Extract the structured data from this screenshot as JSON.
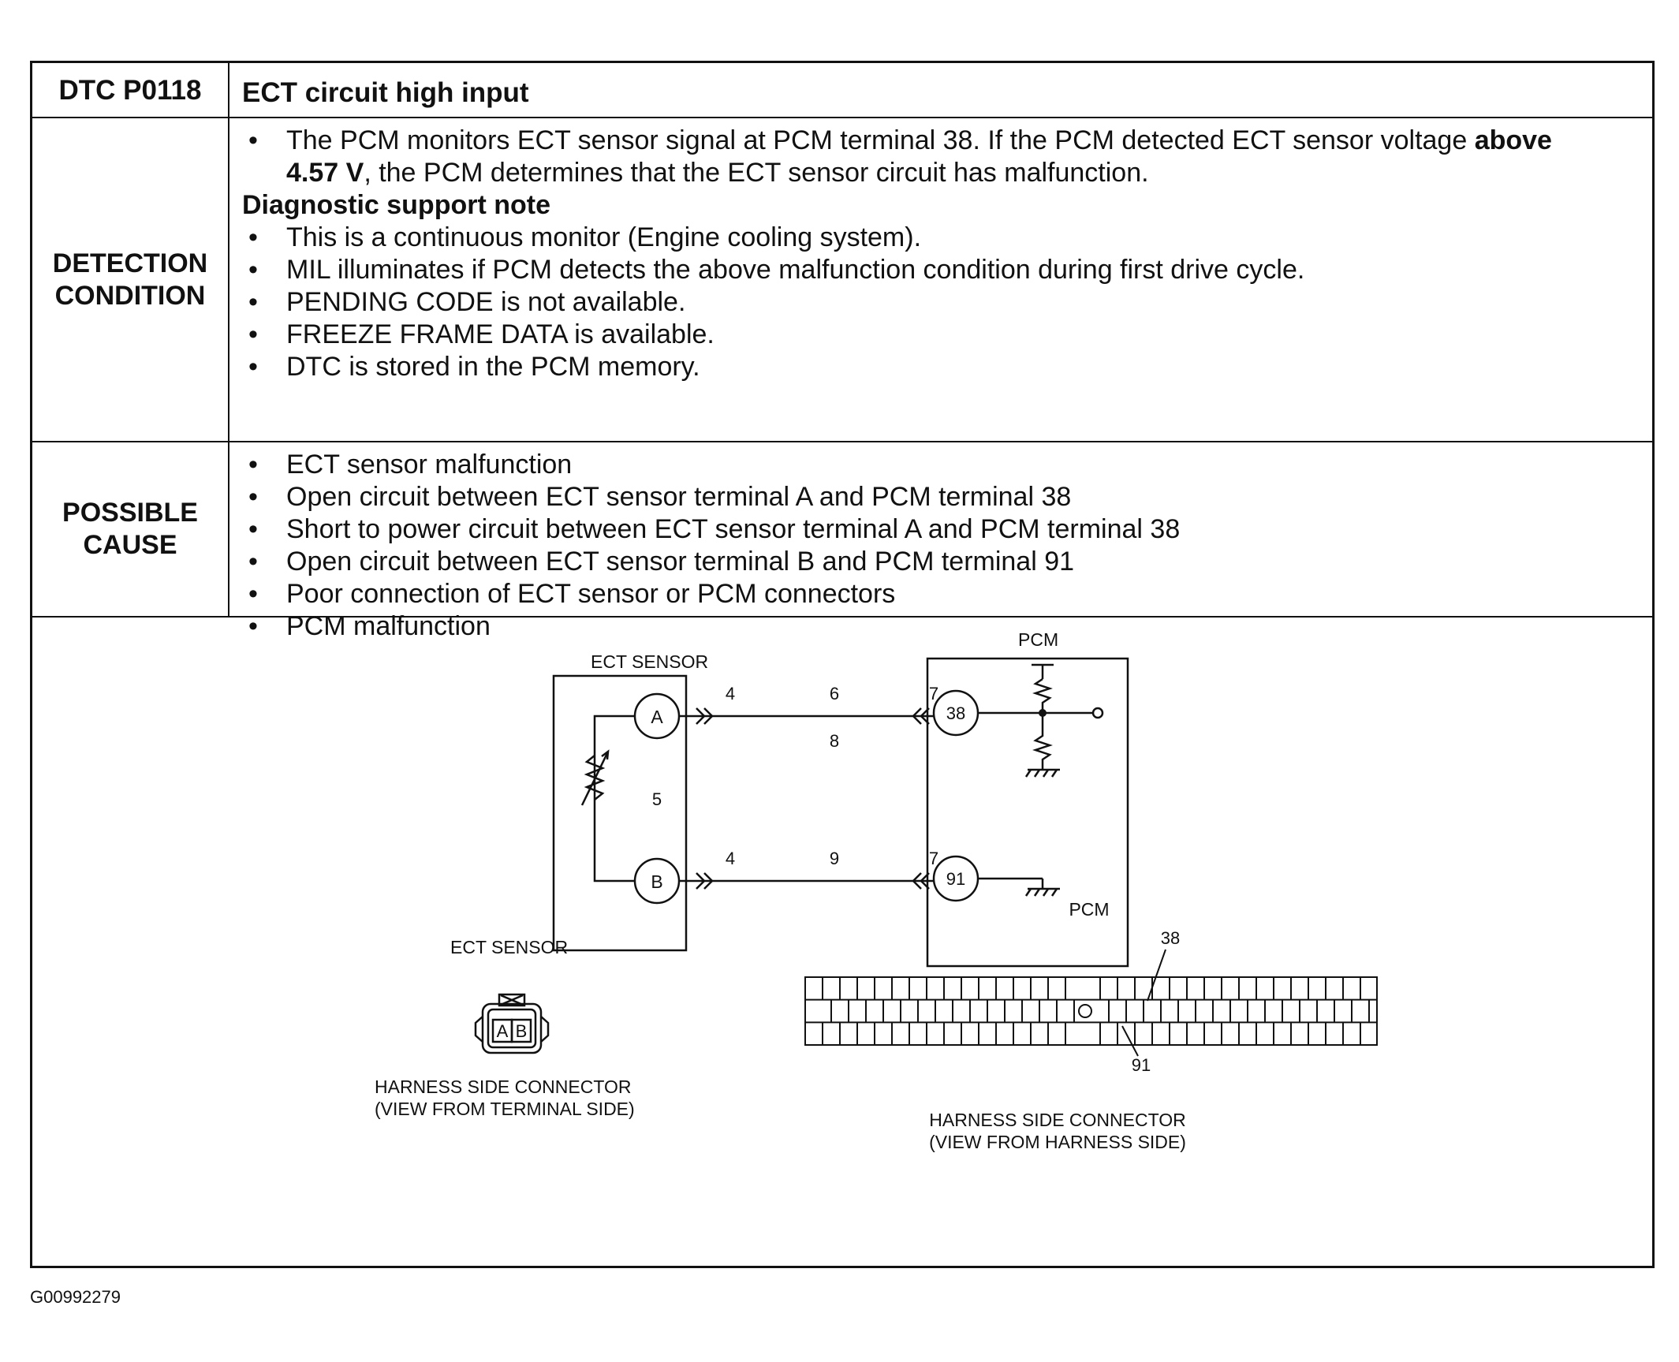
{
  "header": {
    "code": "DTC P0118",
    "title": "ECT circuit high input"
  },
  "detection": {
    "label_line1": "DETECTION",
    "label_line2": "CONDITION",
    "intro_part1": "The PCM monitors ECT sensor signal at PCM terminal 38. If the PCM detected ECT sensor voltage ",
    "intro_bold1": "above",
    "intro_bold2": "4.57 V",
    "intro_part2": ", the PCM determines that the ECT sensor circuit has malfunction.",
    "note_heading": "Diagnostic support note",
    "notes": [
      "This is a continuous monitor (Engine cooling system).",
      "MIL illuminates if PCM detects the above malfunction condition during first drive cycle.",
      "PENDING CODE is not available.",
      "FREEZE FRAME DATA is available.",
      "DTC is stored in the PCM memory."
    ]
  },
  "causes": {
    "label_line1": "POSSIBLE",
    "label_line2": "CAUSE",
    "items": [
      "ECT sensor malfunction",
      "Open circuit between ECT sensor terminal A and PCM terminal 38",
      "Short to power circuit between ECT sensor terminal A and PCM terminal 38",
      "Open circuit between ECT sensor terminal B and PCM terminal 91",
      "Poor connection of ECT sensor or PCM connectors",
      "PCM malfunction"
    ]
  },
  "diagram": {
    "ect_sensor_label": "ECT SENSOR",
    "pcm_label": "PCM",
    "terminal_a": "A",
    "terminal_b": "B",
    "pcm_terminal_38": "38",
    "pcm_terminal_91": "91",
    "callout_4": "4",
    "callout_5": "5",
    "callout_6": "6",
    "callout_7": "7",
    "callout_8": "8",
    "callout_9": "9",
    "connector_ect_label": "ECT SENSOR",
    "connector_ect_caption_1": "HARNESS SIDE CONNECTOR",
    "connector_ect_caption_2": "(VIEW FROM TERMINAL SIDE)",
    "connector_pcm_label": "PCM",
    "connector_pcm_pin_38": "38",
    "connector_pcm_pin_91": "91",
    "connector_pcm_caption_1": "HARNESS SIDE CONNECTOR",
    "connector_pcm_caption_2": "(VIEW FROM HARNESS SIDE)"
  },
  "footer": {
    "figure_id": "G00992279"
  }
}
